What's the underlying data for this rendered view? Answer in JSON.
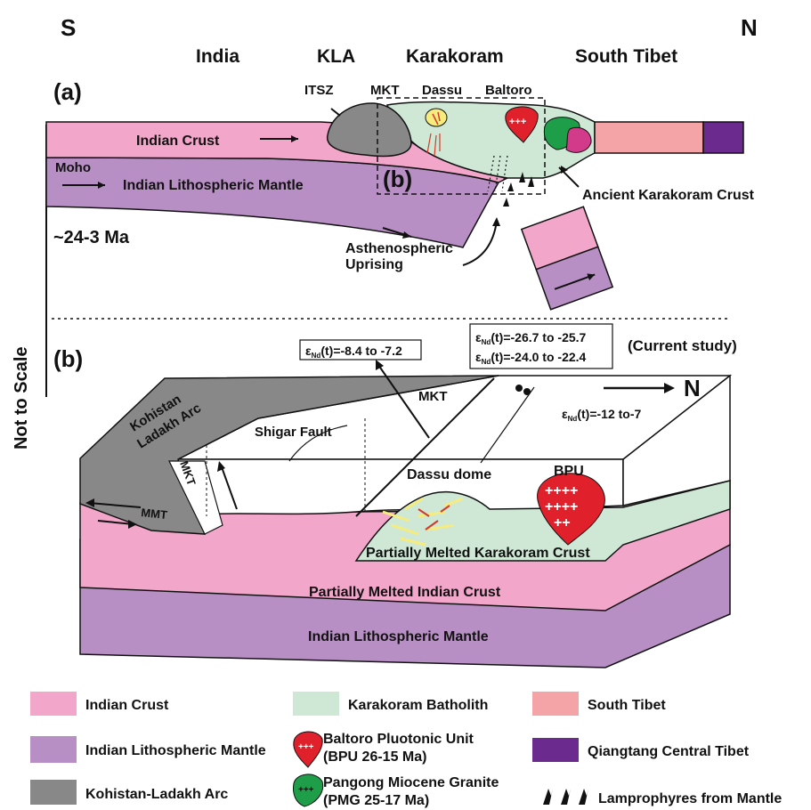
{
  "compass": {
    "south": "S",
    "north": "N"
  },
  "columns": {
    "india": "India",
    "kla": "KLA",
    "karakoram": "Karakoram",
    "south_tibet": "South Tibet"
  },
  "side_label": "Not to Scale",
  "panel_a": {
    "tag": "(a)",
    "itsz": "ITSZ",
    "mkt": "MKT",
    "dassu": "Dassu",
    "baltoro": "Baltoro",
    "indian_crust": "Indian Crust",
    "moho": "Moho",
    "mantle": "Indian Lithospheric Mantle",
    "inset_tag": "(b)",
    "age": "~24-3 Ma",
    "asth_1": "Asthenospheric",
    "asth_2": "Uprising",
    "ancient": "Ancient Karakoram Crust"
  },
  "panel_b": {
    "tag": "(b)",
    "eps_1": "-8.4 to -7.2",
    "eps_2a": "-26.7 to -25.7",
    "eps_2b": "-24.0 to -22.4",
    "eps_3": "-12 to-7",
    "eps_prefix": "ε",
    "eps_sub": "Nd",
    "eps_suffix": "(t)=",
    "current_study": "(Current study)",
    "north": "N",
    "kla_1": "Kohistan",
    "kla_2": "Ladakh Arc",
    "shigar": "Shigar Fault",
    "mkt": "MKT",
    "mkt_vertical": "MKT",
    "mmt": "MMT",
    "dassu_dome": "Dassu dome",
    "bpu": "BPU",
    "pmkc": "Partially Melted Karakoram Crust",
    "pmic": "Partially Melted Indian Crust",
    "mantle": "Indian Lithospheric Mantle"
  },
  "legend": [
    {
      "label": "Indian Crust",
      "color": "#f2a6c9"
    },
    {
      "label": "Karakoram Batholith",
      "color": "#cfe8d6"
    },
    {
      "label": "South Tibet",
      "color": "#f4a4a6"
    },
    {
      "label": "Indian Lithospheric Mantle",
      "color": "#b88fc4"
    },
    {
      "label": "Baltoro Pluotonic Unit",
      "label2": "(BPU 26-15 Ma)",
      "color": "#e0212b"
    },
    {
      "label": "Qiangtang Central Tibet",
      "color": "#6a2a8e"
    },
    {
      "label": "Kohistan-Ladakh Arc",
      "color": "#888888"
    },
    {
      "label": "Pangong Miocene Granite",
      "label2": "(PMG 25-17 Ma)",
      "color": "#1f9e4a"
    },
    {
      "label": "Lamprophyres from Mantle",
      "color": "#111111"
    }
  ],
  "colors": {
    "indian_crust": "#f2a6c9",
    "mantle": "#b88fc4",
    "karakoram": "#cfe8d6",
    "south_tibet": "#f4a4a6",
    "qiangtang": "#6a2a8e",
    "kla": "#888888",
    "bpu": "#e0212b",
    "pmg": "#1f9e4a",
    "pmg_pink": "#d23a8a"
  }
}
